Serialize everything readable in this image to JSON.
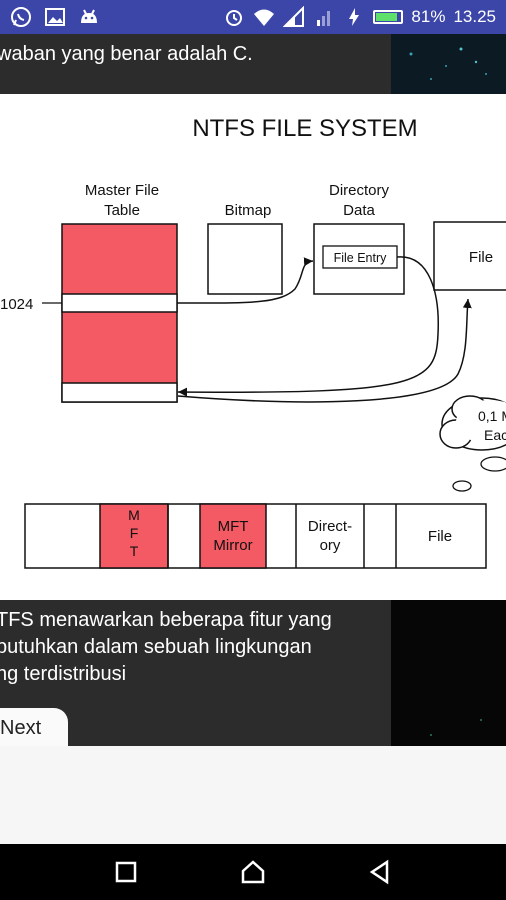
{
  "status_bar": {
    "battery": "81%",
    "time": "13.25",
    "icons": [
      "whatsapp-icon",
      "image-icon",
      "android-icon",
      "alarm-icon",
      "wifi-icon",
      "signal-icon",
      "charging-icon",
      "battery-icon"
    ]
  },
  "top_panel": {
    "text": "waban yang benar adalah C."
  },
  "diagram": {
    "title": "NTFS FILE SYSTEM",
    "mft_label_1": "Master File",
    "mft_label_2": "Table",
    "bitmap_label": "Bitmap",
    "dir_label_1": "Directory",
    "dir_label_2": "Data",
    "file_entry": "File Entry",
    "file_box": "File",
    "record_num": "1024",
    "cloud_line1": "0,1 M",
    "cloud_line2": "Eac",
    "disk": {
      "mft_letters": [
        "M",
        "F",
        "T"
      ],
      "mirror_1": "MFT",
      "mirror_2": "Mirror",
      "directory_1": "Direct-",
      "directory_2": "ory",
      "file": "File"
    }
  },
  "bottom_panel": {
    "line1": "TFS menawarkan beberapa fitur yang",
    "line2": "putuhkan dalam sebuah lingkungan",
    "line3": "ng terdistribusi",
    "next_label": "Next"
  },
  "colors": {
    "status_bar": "#3b46a8",
    "panel": "#2c2c2c",
    "mft_red": "#f45a64"
  }
}
